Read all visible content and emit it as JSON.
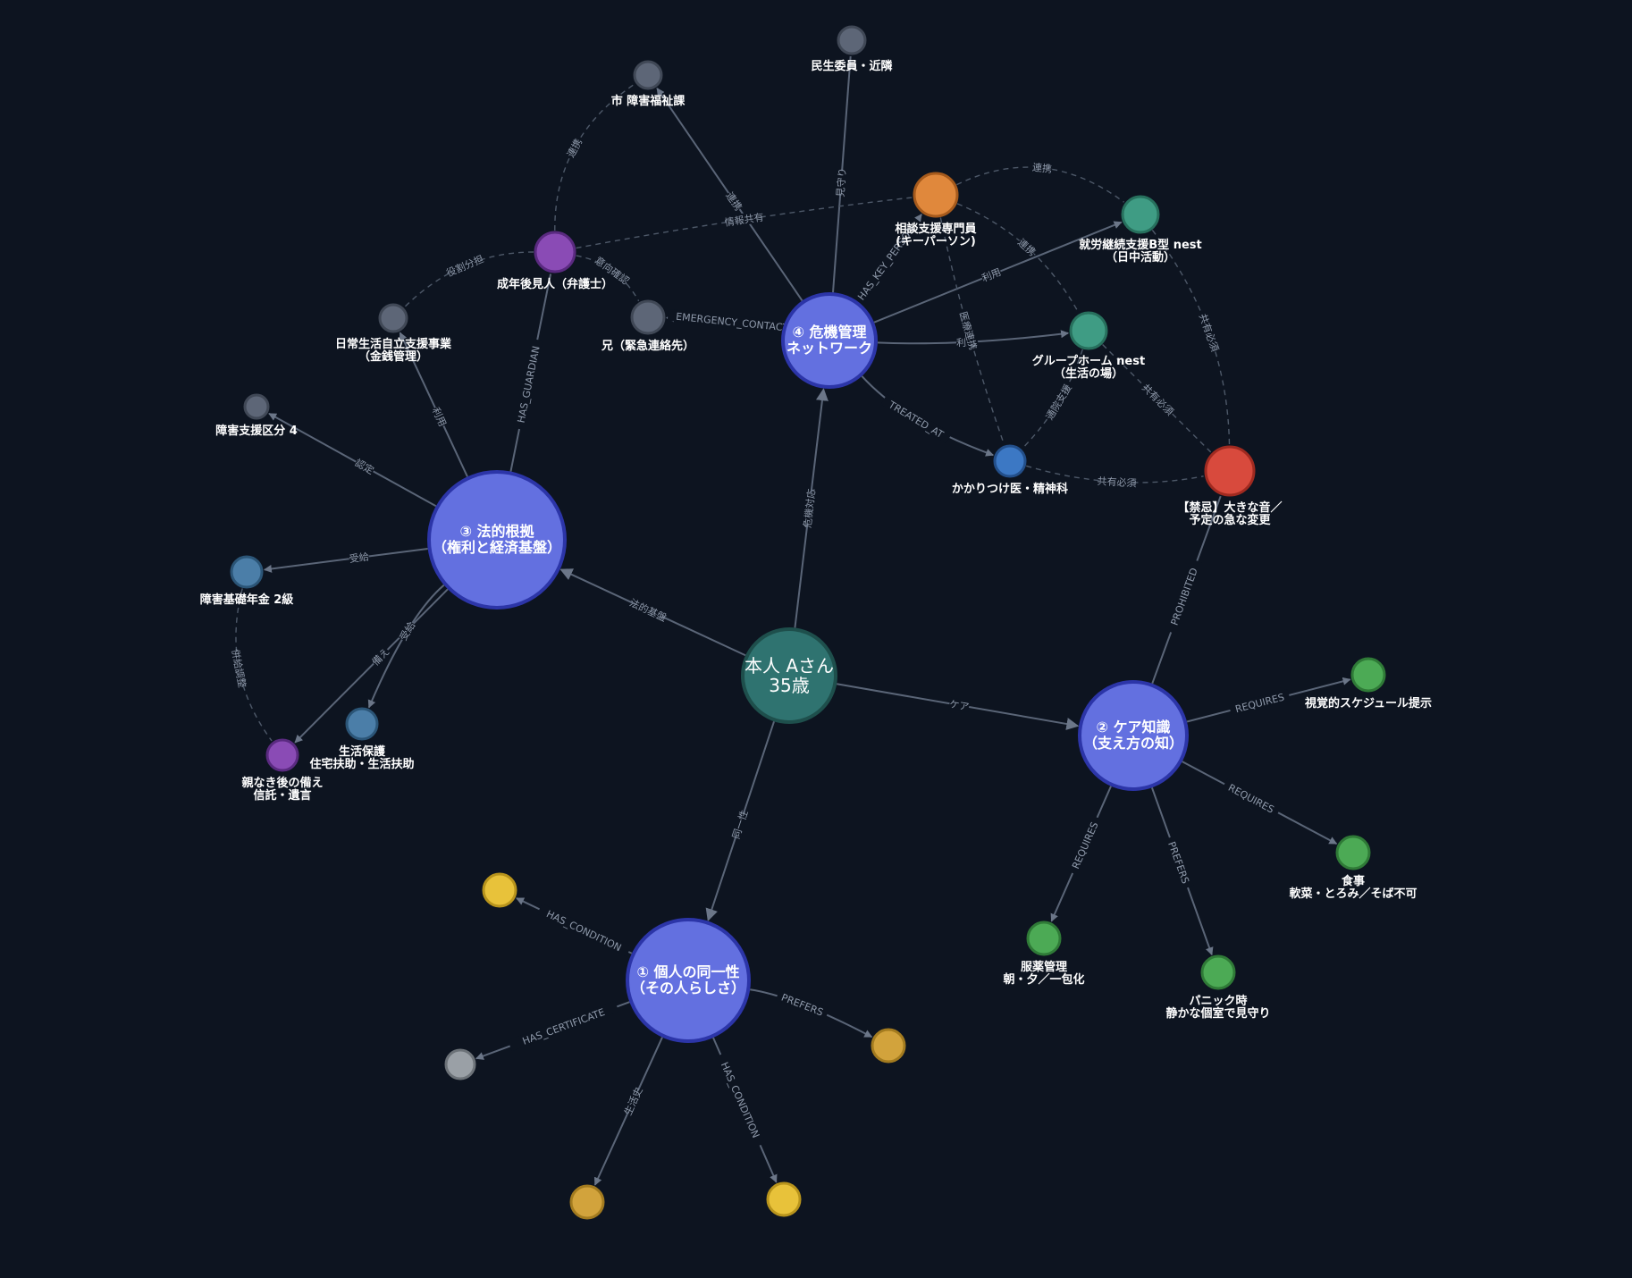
{
  "colors": {
    "background": "#0d1420",
    "hub": "#6370e0",
    "hub_border": "#2c35a8",
    "center": "#2f7370",
    "center_border": "#1e4f4c",
    "gray": "#5d6677",
    "teal": "#3f9c84",
    "orange": "#e0883c",
    "purple": "#8a4bb5",
    "steelblue": "#4b7ea8",
    "blue": "#3c78c4",
    "red": "#d84a3d",
    "green": "#4caa55",
    "yellow": "#e8c23a",
    "gold": "#d2a33c",
    "silver": "#9aa0a6"
  },
  "nodes": [
    {
      "id": "center",
      "label": [
        "本人 Aさん",
        "35歳"
      ],
      "kind": "center",
      "color": "center"
    },
    {
      "id": "h1",
      "label": [
        "① 個人の同一性",
        "（その人らしさ）"
      ],
      "kind": "hub",
      "color": "hub"
    },
    {
      "id": "h2",
      "label": [
        "② ケア知識",
        "（支え方の知）"
      ],
      "kind": "hub",
      "color": "hub"
    },
    {
      "id": "h3",
      "label": [
        "③ 法的根拠",
        "（権利と経済基盤）"
      ],
      "kind": "hub",
      "color": "hub"
    },
    {
      "id": "h4",
      "label": [
        "④ 危機管理",
        "ネットワーク"
      ],
      "kind": "hub",
      "color": "hub"
    },
    {
      "id": "city",
      "label": [
        "市 障害福祉課"
      ],
      "color": "gray"
    },
    {
      "id": "minsei",
      "label": [
        "民生委員・近隣"
      ],
      "color": "gray"
    },
    {
      "id": "soudan",
      "label": [
        "相談支援専門員",
        "(キーパーソン)"
      ],
      "color": "orange"
    },
    {
      "id": "shuro",
      "label": [
        "就労継続支援B型 nest",
        "（日中活動）"
      ],
      "color": "teal"
    },
    {
      "id": "guardian",
      "label": [
        "成年後見人（弁護士）"
      ],
      "color": "purple"
    },
    {
      "id": "brother",
      "label": [
        "兄（緊急連絡先）"
      ],
      "color": "gray"
    },
    {
      "id": "nichijo",
      "label": [
        "日常生活自立支援事業",
        "（金銭管理）"
      ],
      "color": "gray"
    },
    {
      "id": "gh",
      "label": [
        "グループホーム nest",
        "（生活の場）"
      ],
      "color": "teal"
    },
    {
      "id": "kubun",
      "label": [
        "障害支援区分 4"
      ],
      "color": "gray"
    },
    {
      "id": "doctor",
      "label": [
        "かかりつけ医・精神科"
      ],
      "color": "blue"
    },
    {
      "id": "forbid",
      "label": [
        "【禁忌】大きな音／",
        "予定の急な変更"
      ],
      "color": "red",
      "large": true
    },
    {
      "id": "pension",
      "label": [
        "障害基礎年金 2級"
      ],
      "color": "steelblue"
    },
    {
      "id": "welfare",
      "label": [
        "生活保護",
        "住宅扶助・生活扶助"
      ],
      "color": "steelblue"
    },
    {
      "id": "oyanaki",
      "label": [
        "親なき後の備え",
        "信託・遺言"
      ],
      "color": "purple"
    },
    {
      "id": "visual",
      "label": [
        "視覚的スケジュール提示"
      ],
      "color": "green"
    },
    {
      "id": "meal",
      "label": [
        "食事",
        "軟菜・とろみ／そば不可"
      ],
      "color": "green"
    },
    {
      "id": "meds",
      "label": [
        "服薬管理",
        "朝・夕／一包化"
      ],
      "color": "green"
    },
    {
      "id": "panic",
      "label": [
        "パニック時",
        "静かな個室で見守り"
      ],
      "color": "green"
    },
    {
      "id": "cond1",
      "label": [
        ""
      ],
      "color": "yellow"
    },
    {
      "id": "cert",
      "label": [
        ""
      ],
      "color": "silver"
    },
    {
      "id": "pref",
      "label": [
        ""
      ],
      "color": "gold"
    },
    {
      "id": "hist",
      "label": [
        ""
      ],
      "color": "gold"
    },
    {
      "id": "cond2",
      "label": [
        ""
      ],
      "color": "yellow"
    }
  ],
  "edges": [
    {
      "from": "center",
      "to": "h4",
      "label": "危機対応"
    },
    {
      "from": "center",
      "to": "h3",
      "label": "法的基盤"
    },
    {
      "from": "center",
      "to": "h2",
      "label": "ケア"
    },
    {
      "from": "center",
      "to": "h1",
      "label": "同一性"
    },
    {
      "from": "h4",
      "to": "city",
      "label": "連携"
    },
    {
      "from": "h4",
      "to": "minsei",
      "label": "見守り",
      "arrow": false
    },
    {
      "from": "h4",
      "to": "soudan",
      "label": "HAS_KEY_PERSON"
    },
    {
      "from": "h4",
      "to": "shuro",
      "label": "利用"
    },
    {
      "from": "h4",
      "to": "brother",
      "label": "EMERGENCY_CONTACT"
    },
    {
      "from": "h4",
      "to": "gh",
      "label": "利用"
    },
    {
      "from": "h4",
      "to": "doctor",
      "label": "TREATED_AT"
    },
    {
      "from": "h3",
      "to": "guardian",
      "label": "HAS_GUARDIAN",
      "arrow": false
    },
    {
      "from": "h3",
      "to": "nichijo",
      "label": "利用"
    },
    {
      "from": "h3",
      "to": "kubun",
      "label": "認定"
    },
    {
      "from": "h3",
      "to": "pension",
      "label": "受給"
    },
    {
      "from": "h3",
      "to": "welfare",
      "label": "受給"
    },
    {
      "from": "h3",
      "to": "oyanaki",
      "label": "備え"
    },
    {
      "from": "h2",
      "to": "forbid",
      "label": "PROHIBITED",
      "arrow": false
    },
    {
      "from": "h2",
      "to": "visual",
      "label": "REQUIRES"
    },
    {
      "from": "h2",
      "to": "meal",
      "label": "REQUIRES"
    },
    {
      "from": "h2",
      "to": "meds",
      "label": "REQUIRES"
    },
    {
      "from": "h2",
      "to": "panic",
      "label": "PREFERS"
    },
    {
      "from": "h1",
      "to": "cond1",
      "label": "HAS_CONDITION"
    },
    {
      "from": "h1",
      "to": "cert",
      "label": "HAS_CERTIFICATE"
    },
    {
      "from": "h1",
      "to": "pref",
      "label": "PREFERS"
    },
    {
      "from": "h1",
      "to": "hist",
      "label": "生活史"
    },
    {
      "from": "h1",
      "to": "cond2",
      "label": "HAS_CONDITION"
    },
    {
      "from": "guardian",
      "to": "city",
      "label": "連携",
      "dashed": true
    },
    {
      "from": "guardian",
      "to": "soudan",
      "label": "情報共有",
      "dashed": true
    },
    {
      "from": "guardian",
      "to": "brother",
      "label": "意向確認",
      "dashed": true
    },
    {
      "from": "guardian",
      "to": "nichijo",
      "label": "役割分担",
      "dashed": true
    },
    {
      "from": "soudan",
      "to": "shuro",
      "label": "連携",
      "dashed": true
    },
    {
      "from": "soudan",
      "to": "gh",
      "label": "連携",
      "dashed": true
    },
    {
      "from": "soudan",
      "to": "doctor",
      "label": "医療連携",
      "dashed": true
    },
    {
      "from": "shuro",
      "to": "forbid",
      "label": "共有必須",
      "dashed": true
    },
    {
      "from": "gh",
      "to": "forbid",
      "label": "共有必須",
      "dashed": true
    },
    {
      "from": "gh",
      "to": "doctor",
      "label": "通院支援",
      "dashed": true
    },
    {
      "from": "doctor",
      "to": "forbid",
      "label": "共有必須",
      "dashed": true
    },
    {
      "from": "pension",
      "to": "oyanaki",
      "label": "併給調整",
      "dashed": true
    }
  ]
}
